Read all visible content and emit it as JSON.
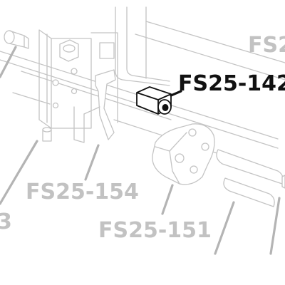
{
  "labels": {
    "highlight": "FS25-142",
    "top_right_partial": "FS2",
    "left_partial": "3",
    "part_154": "FS25-154",
    "part_151": "FS25-151"
  },
  "colors": {
    "highlight": "#111111",
    "ghost": "#c2c2c2",
    "background": "#ffffff"
  }
}
